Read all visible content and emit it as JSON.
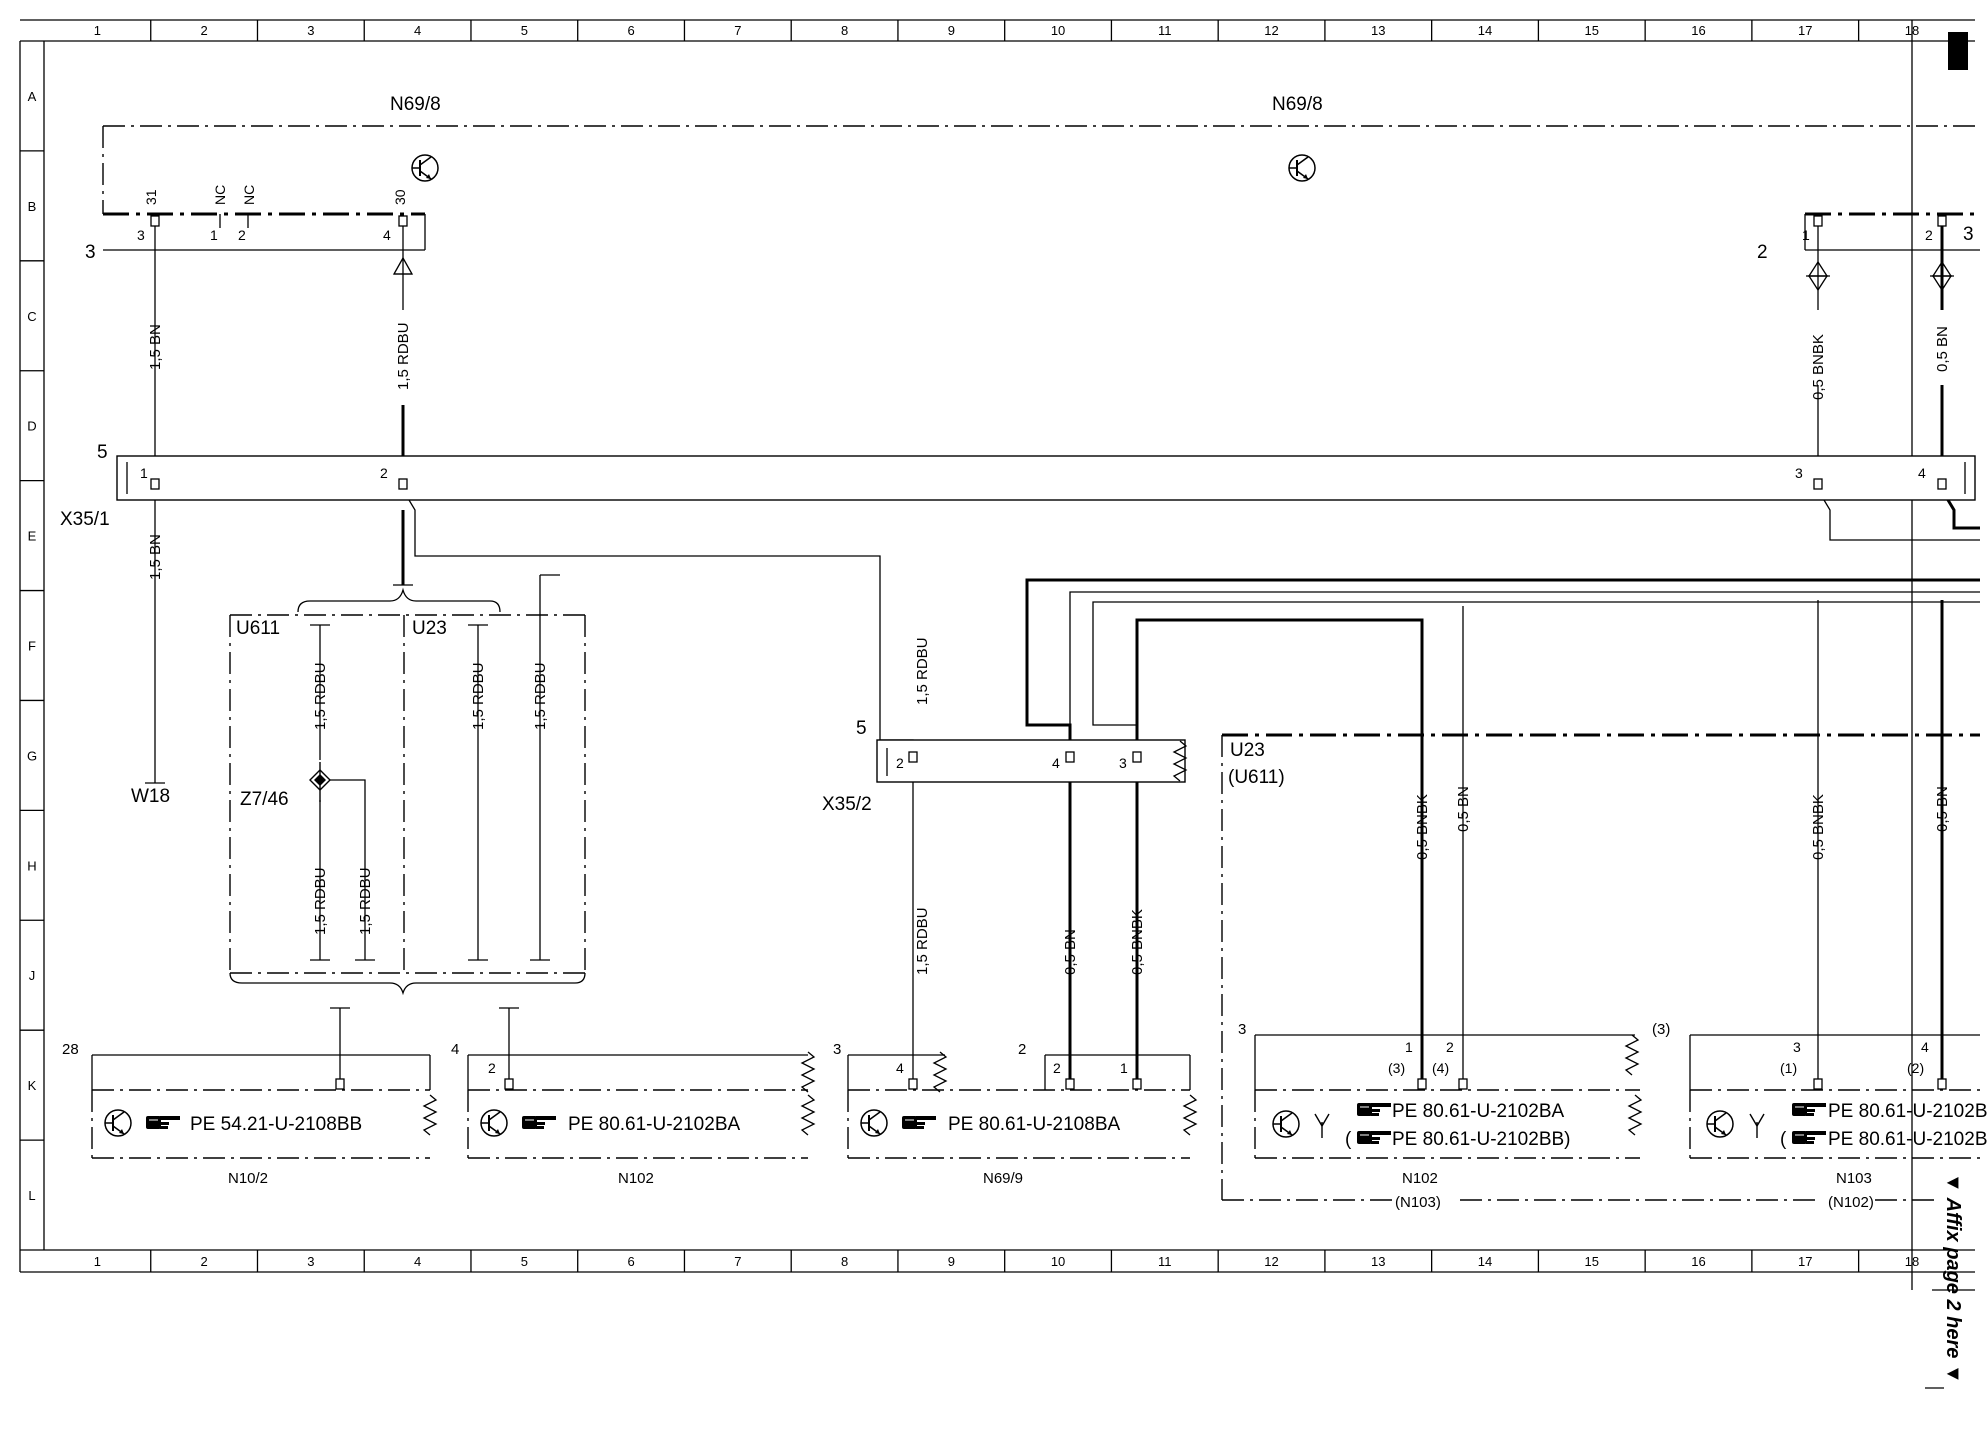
{
  "frame": {
    "columns": [
      "1",
      "2",
      "3",
      "4",
      "5",
      "6",
      "7",
      "8",
      "9",
      "10",
      "11",
      "12",
      "13",
      "14",
      "15",
      "16",
      "17",
      "18"
    ],
    "rows": [
      "A",
      "B",
      "C",
      "D",
      "E",
      "F",
      "G",
      "H",
      "J",
      "K",
      "L"
    ]
  },
  "components": {
    "n69_8_left": "N69/8",
    "n69_8_right": "N69/8",
    "x35_1": "X35/1",
    "x35_2": "X35/2",
    "w18": "W18",
    "z7_46": "Z7/46",
    "u611": "U611",
    "u23": "U23",
    "u23_right": "U23",
    "u611_right": "(U611)",
    "n10_2": "N10/2",
    "n102_a": "N102",
    "n69_9": "N69/9",
    "n102_b": "N102",
    "n103": "N103",
    "n103_paren": "(N103)",
    "n102_paren": "(N102)"
  },
  "numbers": {
    "n69_left_3": "3",
    "n69_right_2": "2",
    "n69_right_3": "3",
    "x35_1_5": "5",
    "x35_2_5": "5",
    "n10_2_28": "28",
    "n102a_4": "4",
    "n69_9_3": "3",
    "n69_9_2": "2",
    "n102b_3": "3",
    "n102b_paren3": "(3)"
  },
  "pins": {
    "p31": "31",
    "pnc1": "NC",
    "pnc2": "NC",
    "p30": "30",
    "n69_pin3": "3",
    "n69_pin1": "1",
    "n69_pin2": "2",
    "n69_pin4": "4",
    "n69r_pin1": "1",
    "n69r_pin2": "2",
    "x351_pin1": "1",
    "x351_pin2": "2",
    "x351_pin3": "3",
    "x351_pin4": "4",
    "x352_pin2": "2",
    "x352_pin4": "4",
    "x352_pin3": "3",
    "n69_9_pin4": "4",
    "n69_9_pin2": "2",
    "n69_9_pin1": "1",
    "n102a_pin2": "2",
    "n102b_pin1": "1",
    "n102b_pin2": "2",
    "n102b_alt3": "(3)",
    "n102b_alt4": "(4)",
    "n103_pin3": "3",
    "n103_pin4": "4",
    "n103_alt1": "(1)",
    "n103_alt2": "(2)"
  },
  "wires": {
    "w_15bn_a": "1,5 BN",
    "w_15rdbu_a": "1,5 RDBU",
    "w_05bnbk_r1": "0,5 BNBK",
    "w_05bn_r1": "0,5 BN",
    "w_15bn_b": "1,5 BN",
    "w_15rdbu_u611": "1,5 RDBU",
    "w_15rdbu_u23a": "1,5 RDBU",
    "w_15rdbu_u23b": "1,5 RDBU",
    "w_15rdbu_z1": "1,5 RDBU",
    "w_15rdbu_z2": "1,5 RDBU",
    "w_15rdbu_x35": "1,5 RDBU",
    "w_15rdbu_n69": "1,5 RDBU",
    "w_05bn_n69": "0,5 BN",
    "w_05bnbk_n69": "0,5 BNBK",
    "w_05bnbk_n102": "0,5 BNBK",
    "w_05bn_n102": "0,5 BN",
    "w_05bnbk_r2": "0,5 BNBK",
    "w_05bn_r2": "0,5 BN"
  },
  "references": {
    "n10_2": "PE 54.21-U-2108BB",
    "n102_a": "PE 80.61-U-2102BA",
    "n69_9": "PE 80.61-U-2108BA",
    "n102_b1": "PE 80.61-U-2102BA",
    "n102_b2_open": "(",
    "n102_b2": "PE 80.61-U-2102BB)",
    "n103_1": "PE 80.61-U-2102B",
    "n103_2_open": "(",
    "n103_2": "PE 80.61-U-2102B"
  },
  "affix_note": "▼ Affix page 2 here ▼"
}
